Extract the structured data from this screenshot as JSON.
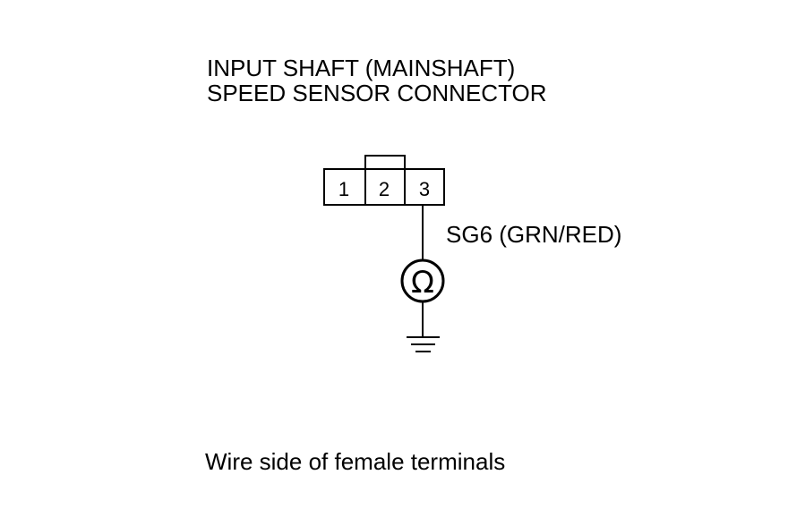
{
  "diagram": {
    "title_line_1": "INPUT SHAFT (MAINSHAFT)",
    "title_line_2": "SPEED SENSOR CONNECTOR",
    "connector": {
      "pins": [
        "1",
        "2",
        "3"
      ]
    },
    "wire_label": "SG6 (GRN/RED)",
    "meter_symbol": "Ω",
    "ground_icon": "ground-symbol",
    "caption": "Wire side of female terminals",
    "line_color": "#000000",
    "background": "#ffffff"
  }
}
